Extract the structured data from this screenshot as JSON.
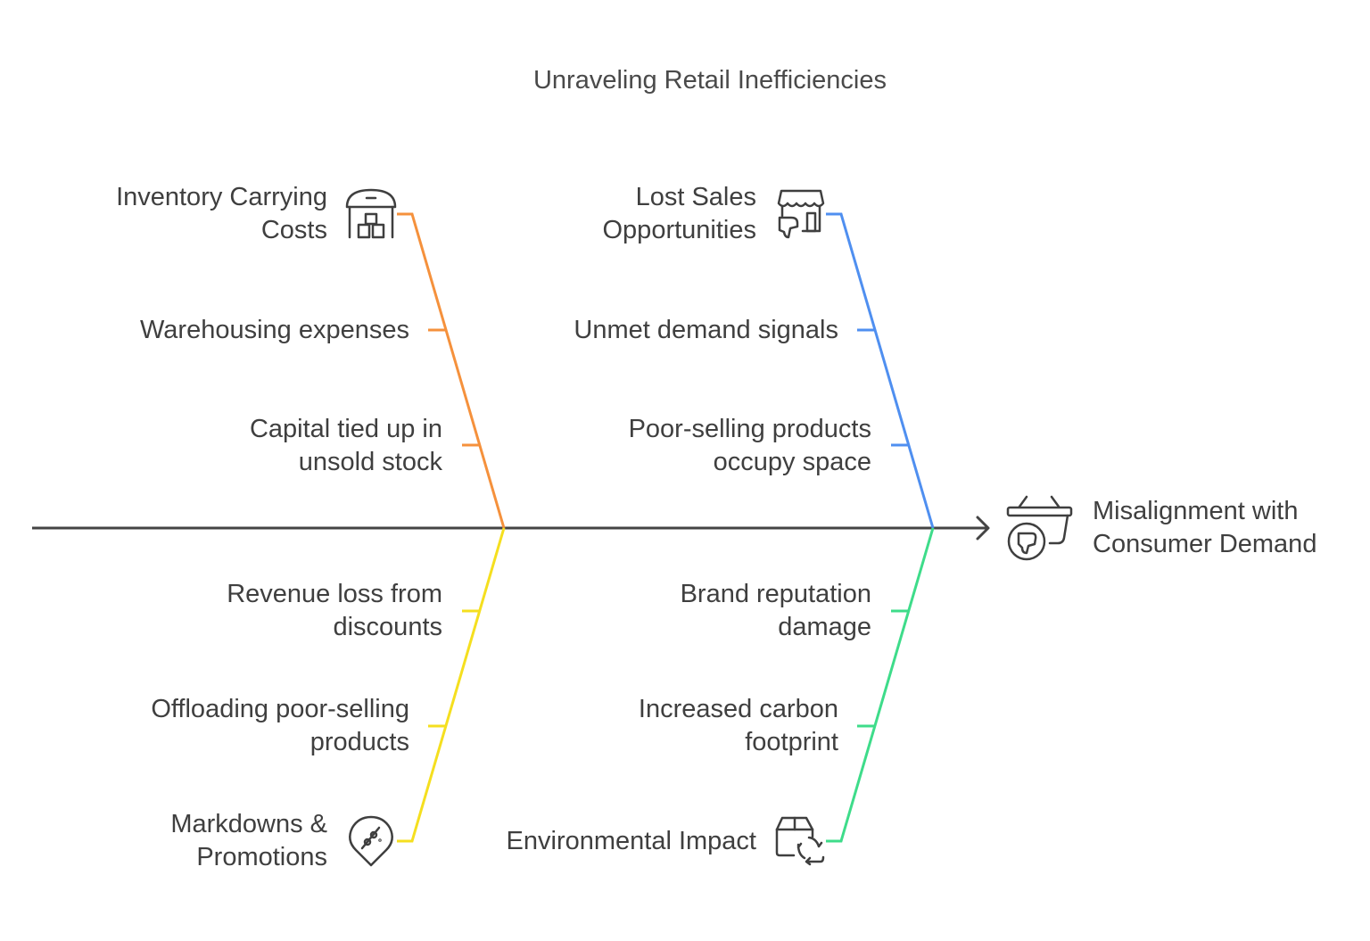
{
  "title": "Unraveling Retail Inefficiencies",
  "effect": {
    "label_line1": "Misalignment with",
    "label_line2": "Consumer Demand",
    "icon": "basket-thumbs-down-icon"
  },
  "colors": {
    "spine": "#444444",
    "inventory": "#f5913c",
    "lost_sales": "#4f8ff0",
    "markdowns": "#f5df1f",
    "environmental": "#3edc8a",
    "icon": "#3f3f3f"
  },
  "categories": [
    {
      "id": "inventory",
      "label_line1": "Inventory Carrying",
      "label_line2": "Costs",
      "icon": "warehouse-boxes-icon",
      "causes": [
        {
          "line1": "Warehousing expenses",
          "line2": ""
        },
        {
          "line1": "Capital tied up in",
          "line2": "unsold stock"
        }
      ]
    },
    {
      "id": "lost_sales",
      "label_line1": "Lost Sales",
      "label_line2": "Opportunities",
      "icon": "store-thumbs-down-icon",
      "causes": [
        {
          "line1": "Unmet demand signals",
          "line2": ""
        },
        {
          "line1": "Poor-selling products",
          "line2": "occupy space"
        }
      ]
    },
    {
      "id": "markdowns",
      "label_line1": "Markdowns &",
      "label_line2": "Promotions",
      "icon": "discount-tag-icon",
      "causes": [
        {
          "line1": "Revenue loss from",
          "line2": "discounts"
        },
        {
          "line1": "Offloading poor-selling",
          "line2": "products"
        }
      ]
    },
    {
      "id": "environmental",
      "label_line1": "Environmental Impact",
      "label_line2": "",
      "icon": "box-recycle-icon",
      "causes": [
        {
          "line1": "Brand reputation",
          "line2": "damage"
        },
        {
          "line1": "Increased carbon",
          "line2": "footprint"
        }
      ]
    }
  ]
}
